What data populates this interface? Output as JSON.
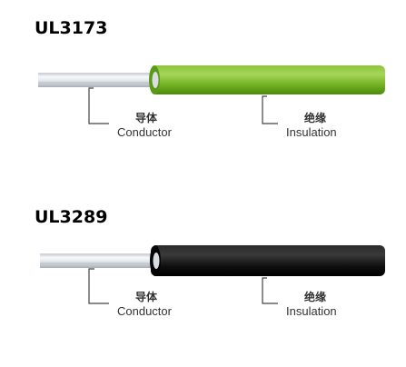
{
  "cables": [
    {
      "model": "UL3173",
      "insulation_color": "#6fae1e",
      "conductor_label_cn": "导体",
      "conductor_label_en": "Conductor",
      "insulation_label_cn": "绝缘",
      "insulation_label_en": "Insulation"
    },
    {
      "model": "UL3289",
      "insulation_color": "#111111",
      "conductor_label_cn": "导体",
      "conductor_label_en": "Conductor",
      "insulation_label_cn": "绝缘",
      "insulation_label_en": "Insulation"
    }
  ]
}
